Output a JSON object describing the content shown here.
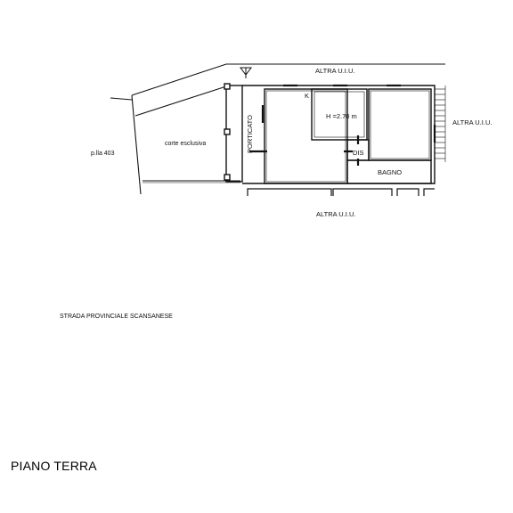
{
  "labels": {
    "altra_top": "ALTRA U.I.U.",
    "altra_right": "ALTRA U.I.U.",
    "altra_bottom": "ALTRA U.I.U.",
    "parcel": "p.lla 403",
    "courtyard": "corte esclusiva",
    "porch": "PORTICATO",
    "room_height": "H =2.70 m",
    "kitchen": "K",
    "dis": "DIS",
    "bathroom": "BAGNO",
    "road": "STRADA PROVINCIALE SCANSANESE",
    "floor_title": "PIANO TERRA"
  }
}
